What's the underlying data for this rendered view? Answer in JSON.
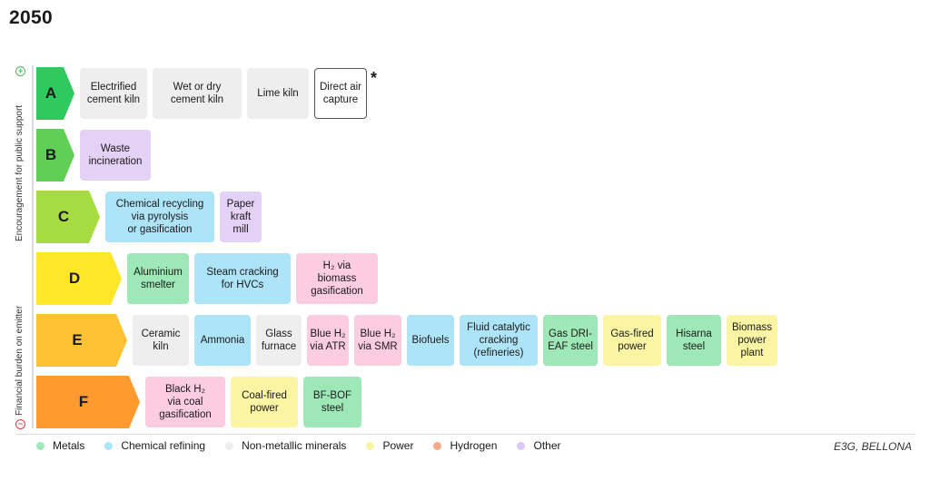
{
  "title": "2050",
  "axis": {
    "top_label": "Encouragement for public support",
    "bottom_label": "Financial burden on emitter",
    "top_sign": "+",
    "bottom_sign": "−"
  },
  "categories": {
    "metals": {
      "label": "Metals",
      "color": "#9ee8b7"
    },
    "chemical": {
      "label": "Chemical refining",
      "color": "#aee4f7"
    },
    "minerals": {
      "label": "Non-metallic minerals",
      "color": "#eeeeee"
    },
    "power": {
      "label": "Power",
      "color": "#fbf5a3"
    },
    "hydrogen": {
      "label": "Hydrogen",
      "color": "#fccce0"
    },
    "other": {
      "label": "Other",
      "color": "#e4d1f6"
    }
  },
  "legend": [
    {
      "label": "Metals",
      "dot_color": "#9ee8b7"
    },
    {
      "label": "Chemical refining",
      "dot_color": "#aee4f7"
    },
    {
      "label": "Non-metallic minerals",
      "dot_color": "#eeeeee"
    },
    {
      "label": "Power",
      "dot_color": "#fbf5a3"
    },
    {
      "label": "Hydrogen",
      "dot_color": "#f7a98b"
    },
    {
      "label": "Other",
      "dot_color": "#dcc8f4"
    }
  ],
  "rows": [
    {
      "grade": "A",
      "color": "#2ec95f",
      "tiles": [
        {
          "label": "Electrified\ncement kiln",
          "cat": "minerals"
        },
        {
          "label": "Wet or dry\ncement kiln",
          "cat": "minerals"
        },
        {
          "label": "Lime kiln",
          "cat": "minerals"
        },
        {
          "label": "Direct air\ncapture",
          "cat": "outline",
          "note": "*"
        }
      ]
    },
    {
      "grade": "B",
      "color": "#5fcf56",
      "tiles": [
        {
          "label": "Waste\nincineration",
          "cat": "other"
        }
      ]
    },
    {
      "grade": "C",
      "color": "#a6dc3f",
      "tiles": [
        {
          "label": "Chemical recycling\nvia pyrolysis\nor gasification",
          "cat": "chemical"
        },
        {
          "label": "Paper\nkraft\nmill",
          "cat": "other"
        }
      ]
    },
    {
      "grade": "D",
      "color": "#ffe629",
      "tiles": [
        {
          "label": "Aluminium\nsmelter",
          "cat": "metals"
        },
        {
          "label": "Steam cracking\nfor HVCs",
          "cat": "chemical"
        },
        {
          "label": "H₂ via\nbiomass\ngasification",
          "cat": "hydrogen"
        }
      ]
    },
    {
      "grade": "E",
      "color": "#ffc233",
      "tiles": [
        {
          "label": "Ceramic\nkiln",
          "cat": "minerals"
        },
        {
          "label": "Ammonia",
          "cat": "chemical"
        },
        {
          "label": "Glass\nfurnace",
          "cat": "minerals"
        },
        {
          "label": "Blue H₂\nvia ATR",
          "cat": "hydrogen"
        },
        {
          "label": "Blue H₂\nvia SMR",
          "cat": "hydrogen"
        },
        {
          "label": "Biofuels",
          "cat": "chemical"
        },
        {
          "label": "Fluid catalytic\ncracking\n(refineries)",
          "cat": "chemical"
        },
        {
          "label": "Gas DRI-\nEAF steel",
          "cat": "metals"
        },
        {
          "label": "Gas-fired\npower",
          "cat": "power"
        },
        {
          "label": "Hisarna\nsteel",
          "cat": "metals"
        },
        {
          "label": "Biomass\npower\nplant",
          "cat": "power"
        }
      ]
    },
    {
      "grade": "F",
      "color": "#ff9a2e",
      "tiles": [
        {
          "label": "Black H₂\nvia coal\ngasification",
          "cat": "hydrogen"
        },
        {
          "label": "Coal-fired\npower",
          "cat": "power"
        },
        {
          "label": "BF-BOF\nsteel",
          "cat": "metals"
        }
      ]
    }
  ],
  "source": "E3G, BELLONA"
}
